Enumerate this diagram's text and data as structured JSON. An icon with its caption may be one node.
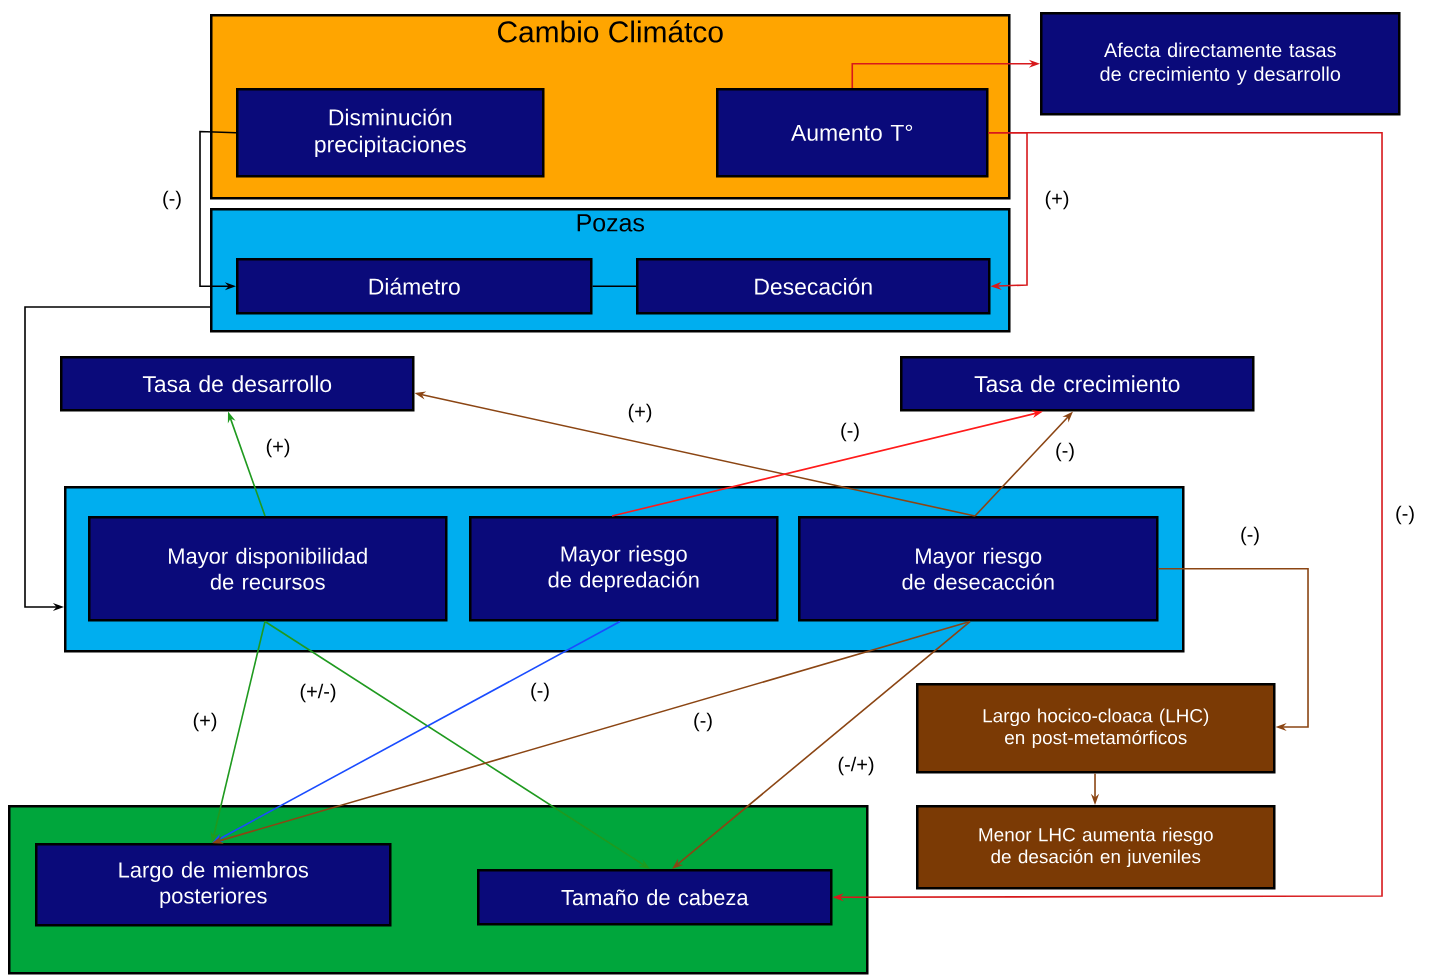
{
  "diagram": {
    "nodes": [
      {
        "text": [
          "Cambio Climátco"
        ]
      },
      {
        "text": [
          "Disminución precipitaciones"
        ],
        "in": 0
      },
      {
        "text": [
          "Aumento T°"
        ],
        "in": 0
      },
      {
        "text": [
          "Afecta directamente tasas de crecimiento y desarrollo"
        ]
      },
      {
        "text": [
          "Pozas"
        ]
      },
      {
        "text": [
          "Diámetro"
        ],
        "in": 4
      },
      {
        "text": [
          "Desecación"
        ],
        "in": 4
      },
      {
        "text": [
          "Tasa de desarrollo"
        ]
      },
      {
        "text": [
          "Tasa de crecimiento"
        ]
      },
      {
        "text": [],
        "shape": "box"
      },
      {
        "text": [
          "Mayor disponibilidad de recursos"
        ],
        "in": 9
      },
      {
        "text": [
          "Mayor riesgo de depredación"
        ],
        "in": 9
      },
      {
        "text": [
          "Mayor riesgo de desecacción"
        ],
        "in": 9
      },
      {
        "text": [
          "Largo hocico-cloaca (LHC) en post-metamórficos"
        ]
      },
      {
        "text": [
          "Menor LHC aumenta riesgo de desación en juveniles"
        ]
      },
      {
        "text": [],
        "shape": "box"
      },
      {
        "text": [
          "Largo de miembros posteriores"
        ],
        "in": 15
      },
      {
        "text": [
          "Tamaño de cabeza"
        ],
        "in": 15
      }
    ],
    "edges": [
      {
        "from": 2,
        "to": 3,
        "arrow": "to",
        "color": "#d7191c"
      },
      {
        "from": 1,
        "to": 5,
        "arrow": "to",
        "label": "(-)",
        "color": "#000000"
      },
      {
        "from": 2,
        "to": 6,
        "arrow": "to",
        "label": "(+)",
        "color": "#d7191c"
      },
      {
        "from": 2,
        "to": 17,
        "arrow": "to",
        "label": "(-)",
        "color": "#d7191c"
      },
      {
        "from": 5,
        "to": 6,
        "arrow": "none",
        "color": "#000000"
      },
      {
        "from": 4,
        "to": 9,
        "arrow": "to",
        "color": "#000000"
      },
      {
        "from": 10,
        "to": 7,
        "arrow": "to",
        "label": "(+)",
        "color": "#1f9a1f"
      },
      {
        "from": 12,
        "to": 7,
        "arrow": "to",
        "label": "(+)",
        "color": "#8b4513"
      },
      {
        "from": 11,
        "to": 8,
        "arrow": "to",
        "label": "(-)",
        "color": "#ff1a1a"
      },
      {
        "from": 12,
        "to": 8,
        "arrow": "to",
        "label": "(-)",
        "color": "#8b4513"
      },
      {
        "from": 12,
        "to": 13,
        "arrow": "to",
        "label": "(-)",
        "color": "#8b4513"
      },
      {
        "from": 13,
        "to": 14,
        "arrow": "to",
        "color": "#8b4513"
      },
      {
        "from": 10,
        "to": 16,
        "arrow": "to",
        "label": "(+)",
        "color": "#1f9a1f"
      },
      {
        "from": 10,
        "to": 17,
        "arrow": "to",
        "label": "(+/-)",
        "color": "#1f9a1f"
      },
      {
        "from": 11,
        "to": 16,
        "arrow": "to",
        "label": "(-)",
        "color": "#1a4cff"
      },
      {
        "from": 12,
        "to": 16,
        "arrow": "to",
        "label": "(-)",
        "color": "#8b4513"
      },
      {
        "from": 12,
        "to": 17,
        "arrow": "to",
        "label": "(-/+)",
        "color": "#8b4513"
      }
    ]
  }
}
